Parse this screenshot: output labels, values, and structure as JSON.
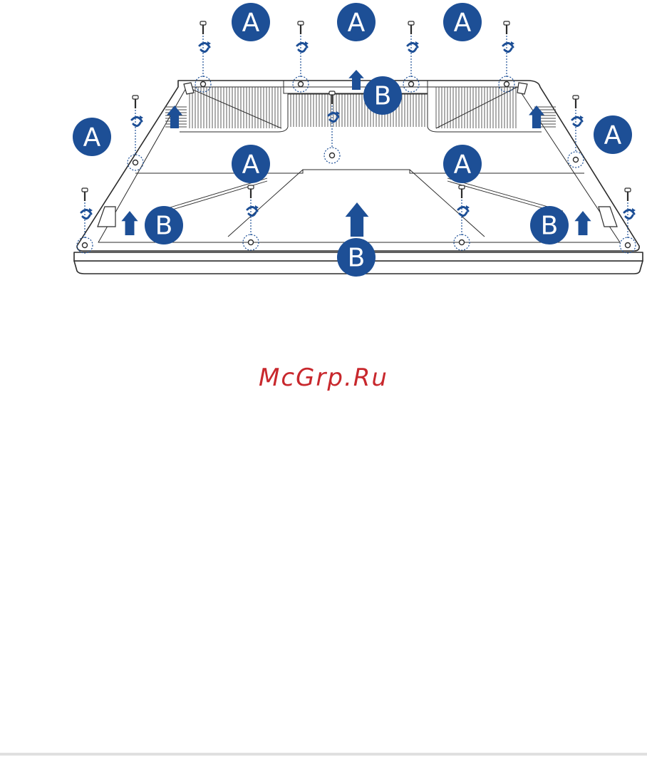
{
  "diagram": {
    "labels": {
      "a": "A",
      "b": "B"
    },
    "colors": {
      "accent": "#1d4f96",
      "line": "#2b2b2b",
      "panel_fill": "#ffffff",
      "vent_line": "#4a4a4a"
    }
  },
  "watermark": {
    "text": "McGrp.Ru",
    "color": "#c8282d"
  },
  "footer": {
    "rule_color": "#e0e0e0"
  }
}
